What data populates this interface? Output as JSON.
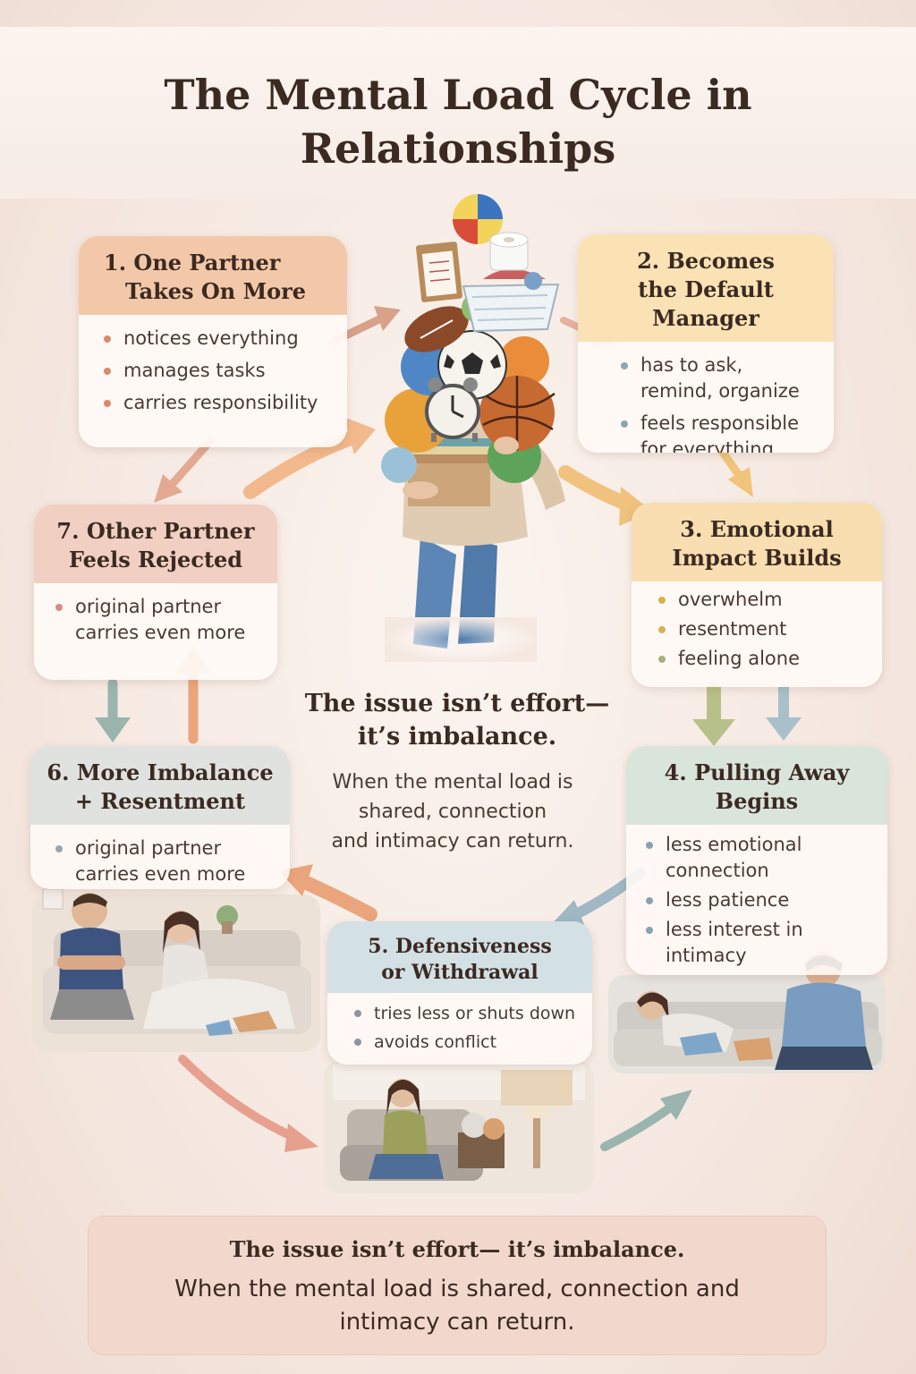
{
  "title": {
    "line1": "The Mental Load Cycle in",
    "line2": "Relationships"
  },
  "stages": [
    {
      "id": "1",
      "heading_lines": [
        "1. One Partner",
        "Takes On More"
      ],
      "bullets": [
        [
          "notices everything"
        ],
        [
          "manages tasks"
        ],
        [
          "carries responsibility"
        ]
      ],
      "header_color": "#f3c8a8",
      "dot_color": "#d98a6a"
    },
    {
      "id": "2",
      "heading_lines": [
        "2. Becomes",
        "the Default Manager"
      ],
      "bullets": [
        [
          "has to ask,",
          "remind, organize"
        ],
        [
          "feels responsible",
          "for everything"
        ]
      ],
      "header_color": "#fbe2b4",
      "dot_color": "#8fa6b0"
    },
    {
      "id": "3",
      "heading_lines": [
        "3. Emotional",
        "Impact Builds"
      ],
      "bullets": [
        [
          "overwhelm"
        ],
        [
          "resentment"
        ],
        [
          "feeling alone"
        ]
      ],
      "header_color": "#f8deb0",
      "dot_color": "#d8b24a"
    },
    {
      "id": "4",
      "heading_lines": [
        "4. Pulling Away",
        "Begins"
      ],
      "bullets": [
        [
          "less emotional",
          "connection"
        ],
        [
          "less patience"
        ],
        [
          "less interest in",
          "intimacy"
        ]
      ],
      "header_color": "#d9e4da",
      "dot_color": "#8aa2b0"
    },
    {
      "id": "5",
      "heading_lines": [
        "5. Defensiveness",
        "or Withdrawal"
      ],
      "bullets": [
        [
          "tries less or shuts down"
        ],
        [
          "avoids conflict"
        ]
      ],
      "header_color": "#d3e0e4",
      "dot_color": "#8c96a0"
    },
    {
      "id": "6",
      "heading_lines": [
        "6. More Imbalance",
        "+ Resentment"
      ],
      "bullets": [
        [
          "original partner",
          "carries even more"
        ]
      ],
      "header_color": "#dfe2de",
      "dot_color": "#9aa6ac"
    },
    {
      "id": "7",
      "heading_lines": [
        "7. Other Partner",
        "Feels Rejected"
      ],
      "bullets": [
        [
          "original partner",
          "carries even more"
        ]
      ],
      "header_color": "#f1cfc2",
      "dot_color": "#d98a80"
    }
  ],
  "center": {
    "title_lines": [
      "The issue isn’t effort—",
      "it’s imbalance."
    ],
    "body_lines": [
      "When the mental load is",
      "shared, connection",
      "and intimacy can return."
    ]
  },
  "bottom": {
    "title": "The issue isn’t effort— it’s imbalance.",
    "body_lines": [
      "When the mental load is shared, connection and",
      "intimacy can return."
    ]
  },
  "colors": {
    "arrow_orange": "#eba57c",
    "arrow_peach": "#f2b98c",
    "arrow_gold": "#f0c47a",
    "arrow_olive": "#b8c08a",
    "arrow_blue": "#9eb8c4",
    "arrow_rose": "#e7a08e",
    "arrow_teal": "#9ab4ae"
  },
  "icons": [
    "stacked-load-illustration",
    "clock-icon",
    "clipboard-icon",
    "laundry-basket-icon",
    "toilet-paper-icon"
  ]
}
